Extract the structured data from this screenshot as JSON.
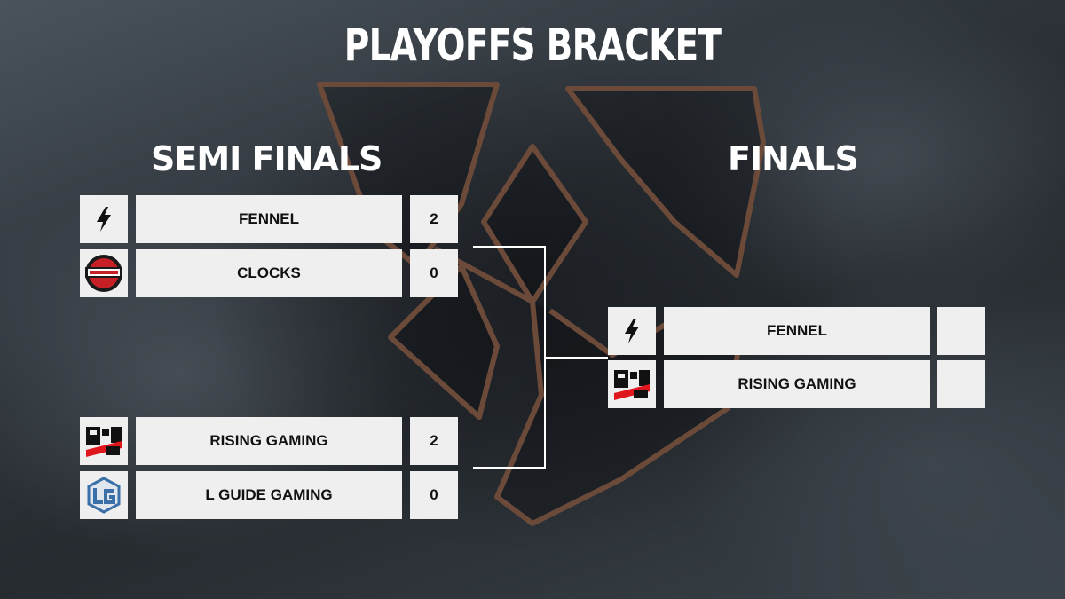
{
  "title": "PLAYOFFS BRACKET",
  "sections": {
    "semi_finals": "SEMI FINALS",
    "finals": "FINALS"
  },
  "semi_finals": {
    "match1": [
      {
        "team": "FENNEL",
        "score": "2",
        "logo": "fennel-logo-icon"
      },
      {
        "team": "CLOCKS",
        "score": "0",
        "logo": "clocks-logo-icon"
      }
    ],
    "match2": [
      {
        "team": "RISING GAMING",
        "score": "2",
        "logo": "rising-gaming-logo-icon"
      },
      {
        "team": "L GUIDE GAMING",
        "score": "0",
        "logo": "l-guide-gaming-logo-icon"
      }
    ]
  },
  "finals": [
    {
      "team": "FENNEL",
      "score": "",
      "logo": "fennel-logo-icon"
    },
    {
      "team": "RISING GAMING",
      "score": "",
      "logo": "rising-gaming-logo-icon"
    }
  ],
  "colors": {
    "box": "#efefef",
    "text": "#111111",
    "connector": "#ffffff",
    "emblem_edge": "#6b4a3a",
    "clocks_red": "#c62026",
    "rising_red": "#e0161d",
    "lguide_blue": "#3a6fa8"
  }
}
